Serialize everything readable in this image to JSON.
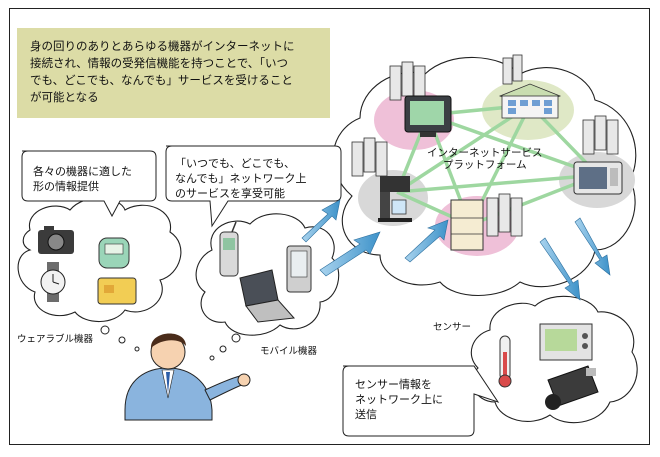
{
  "intro_text": "身の回りのありとあらゆる機器がインターネットに\n接続され、情報の受発信機能を持つことで、「いつ\nでも、どこでも、なんでも」サービスを受けること\nが可能となる",
  "bubble_wearable": "各々の機器に適した\n形の情報提供",
  "bubble_mobile": "「いつでも、どこでも、\nなんでも」ネットワーク上\nのサービスを享受可能",
  "bubble_sensor": "センサー情報を\nネットワーク上に\n送信",
  "platform_label": "インターネットサービス\nプラットフォーム",
  "label_wearable": "ウェアラブル機器",
  "label_mobile": "モバイル機器",
  "label_sensor": "センサー",
  "colors": {
    "intro_box": "#dcdca6",
    "link": "#9ed7a0",
    "pink": "#efc0d8",
    "gray_blob": "#d8d8d8",
    "arrow_blue": "#3d92c9",
    "suit": "#8ab4de"
  }
}
